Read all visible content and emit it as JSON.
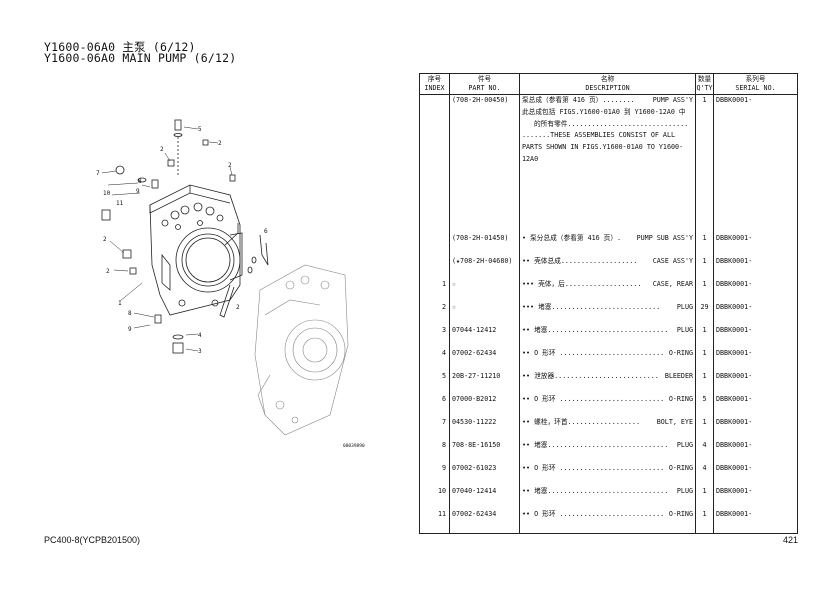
{
  "header": {
    "title_cn": "Y1600-06A0 主泵 (6/12)",
    "title_en": "Y1600-06A0 MAIN PUMP (6/12)"
  },
  "table": {
    "headers": {
      "index_cn": "序号",
      "index_en": "INDEX",
      "part_cn": "件号",
      "part_en": "PART NO.",
      "desc_cn": "名称",
      "desc_en": "DESCRIPTION",
      "qty_cn": "数量",
      "qty_en": "Q'TY",
      "serial_cn": "系列号",
      "serial_en": "SERIAL NO."
    },
    "rows": [
      {
        "index": "",
        "part": "(708-2H-00450)",
        "desc_left": "泵总成（参看第 416 页）........",
        "desc_right": "PUMP ASS'Y",
        "qty": "1",
        "serial": "DBBK0001-",
        "notes": [
          "此总成包括 FIGS.Y1600-01A0 到 Y1600-12A0 中",
          "的所有零件..............................",
          ".......THESE ASSEMBLIES CONSIST OF ALL",
          "PARTS SHOWN IN FIGS.Y1600-01A0 TO Y1600-",
          "12A0"
        ]
      },
      {
        "index": "",
        "part": "(708-2H-01450)",
        "desc_left": "• 泵分总成（参看第 416 页）.",
        "desc_right": "PUMP SUB ASS'Y",
        "qty": "1",
        "serial": "DBBK0001-"
      },
      {
        "index": "",
        "part": "(★708-2H-04680)",
        "desc_left": "•• 壳体总成...................",
        "desc_right": "CASE ASS'Y",
        "qty": "1",
        "serial": "DBBK0001-"
      },
      {
        "index": "1",
        "part": "☆",
        "desc_left": "••• 壳体，后...................",
        "desc_right": "CASE, REAR",
        "qty": "1",
        "serial": "DBBK0001-"
      },
      {
        "index": "2",
        "part": "☆",
        "desc_left": "••• 堵塞...........................",
        "desc_right": "PLUG",
        "qty": "29",
        "serial": "DBBK0001-"
      },
      {
        "index": "3",
        "part": "07044-12412",
        "desc_left": "•• 堵塞..............................",
        "desc_right": "PLUG",
        "qty": "1",
        "serial": "DBBK0001-"
      },
      {
        "index": "4",
        "part": "07002-62434",
        "desc_left": "•• O 形环 ..........................",
        "desc_right": "O-RING",
        "qty": "1",
        "serial": "DBBK0001-"
      },
      {
        "index": "5",
        "part": "20B-27-11210",
        "desc_left": "•• 泄放器..........................",
        "desc_right": "BLEEDER",
        "qty": "1",
        "serial": "DBBK0001-"
      },
      {
        "index": "6",
        "part": "07000-B2012",
        "desc_left": "•• O 形环 ..........................",
        "desc_right": "O-RING",
        "qty": "5",
        "serial": "DBBK0001-"
      },
      {
        "index": "7",
        "part": "04530-11222",
        "desc_left": "•• 螺栓，环首..................",
        "desc_right": "BOLT, EYE",
        "qty": "1",
        "serial": "DBBK0001-"
      },
      {
        "index": "8",
        "part": "708-8E-16150",
        "desc_left": "•• 堵塞..............................",
        "desc_right": "PLUG",
        "qty": "4",
        "serial": "DBBK0001-"
      },
      {
        "index": "9",
        "part": "07002-61023",
        "desc_left": "•• O 形环 ..........................",
        "desc_right": "O-RING",
        "qty": "4",
        "serial": "DBBK0001-"
      },
      {
        "index": "10",
        "part": "07040-12414",
        "desc_left": "•• 堵塞..............................",
        "desc_right": "PLUG",
        "qty": "1",
        "serial": "DBBK0001-"
      },
      {
        "index": "11",
        "part": "07002-62434",
        "desc_left": "•• O 形环 ..........................",
        "desc_right": "O-RING",
        "qty": "1",
        "serial": "DBBK0001-"
      }
    ]
  },
  "diagram": {
    "callouts": [
      "1",
      "2",
      "2",
      "2",
      "2",
      "2",
      "3",
      "4",
      "5",
      "6",
      "7",
      "8",
      "9",
      "10",
      "11",
      "2",
      "8",
      "9"
    ],
    "figure_code": "08039890"
  },
  "footer": {
    "model": "PC400-8(YCPB201500)",
    "page": "421"
  }
}
